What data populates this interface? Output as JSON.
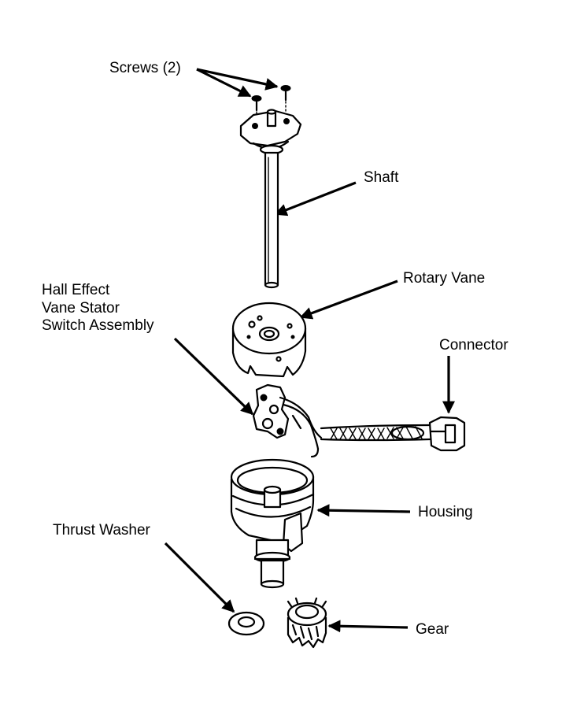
{
  "labels": {
    "screws": "Screws (2)",
    "shaft": "Shaft",
    "rotary_vane": "Rotary Vane",
    "hall_effect_line1": "Hall Effect",
    "hall_effect_line2": "Vane Stator",
    "hall_effect_line3": "Switch Assembly",
    "connector": "Connector",
    "housing": "Housing",
    "thrust_washer": "Thrust Washer",
    "gear": "Gear"
  },
  "colors": {
    "ink": "#000000",
    "paper": "#ffffff"
  }
}
